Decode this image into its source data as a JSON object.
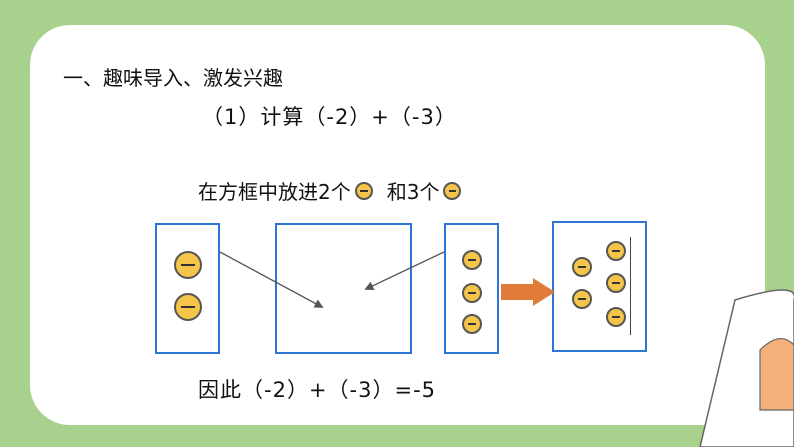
{
  "heading": "一、趣味导入、激发兴趣",
  "expression": "（1）计算（-2）+（-3）",
  "instruction": {
    "part1": "在方框中放进2个",
    "part2": "和3个"
  },
  "conclusion": "因此（-2）+（-3）=-5",
  "counter_icon": "negative-counter-icon",
  "colors": {
    "background": "#a9d18e",
    "box_border": "#2e75d6",
    "counter_fill": "#f5c44a",
    "result_arrow": "#e07b39"
  }
}
